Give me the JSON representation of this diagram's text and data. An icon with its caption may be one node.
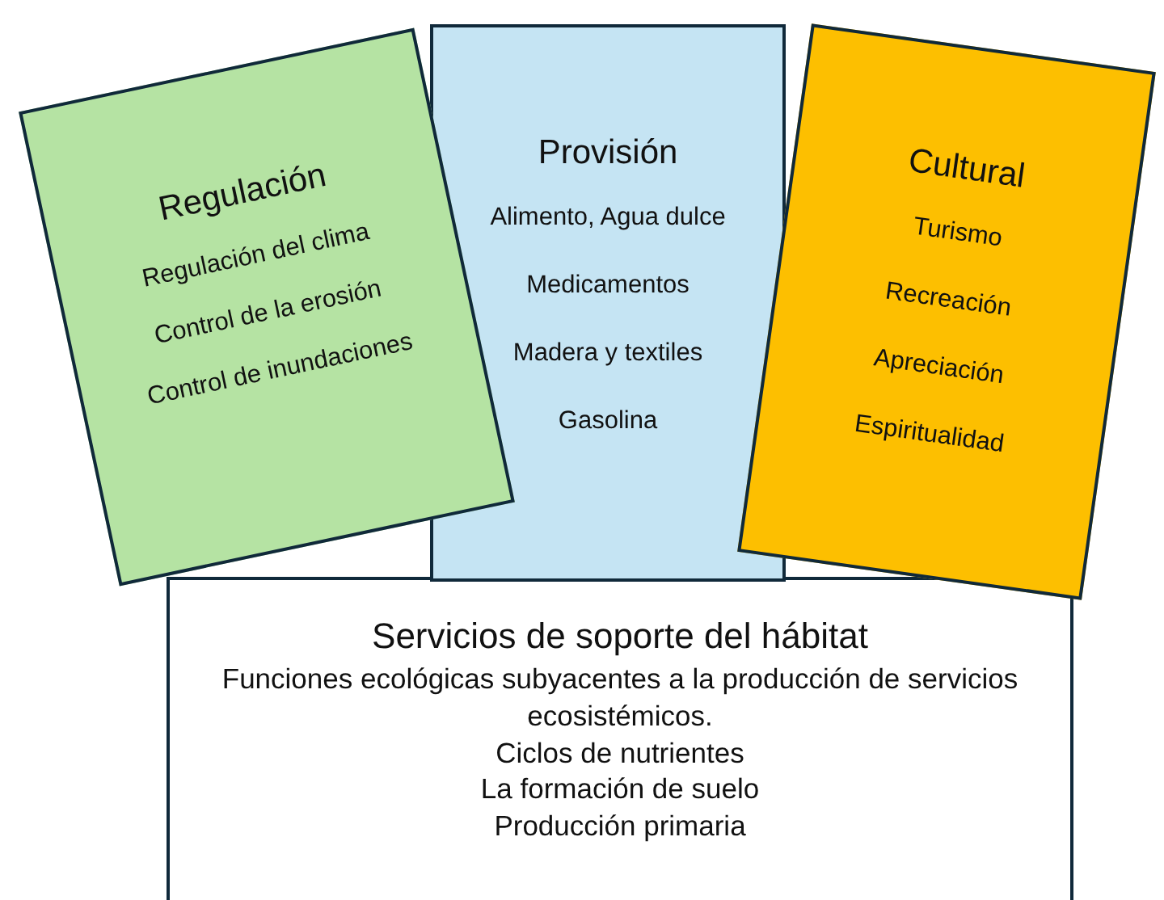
{
  "diagram": {
    "nodes": [
      {
        "text": [
          "Regulación",
          "Regulación del clima",
          "Control de la erosión",
          "Control de inundaciones"
        ]
      },
      {
        "text": [
          "Provisión",
          "Alimento, Agua dulce",
          "Medicamentos",
          "Madera y textiles",
          "Gasolina"
        ]
      },
      {
        "text": [
          "Cultural",
          "Turismo",
          "Recreación",
          "Apreciación",
          "Espiritualidad"
        ]
      },
      {
        "text": [
          "Servicios de soporte del hábitat",
          "Funciones ecológicas subyacentes a la producción de servicios ecosistémicos.",
          "Ciclos de nutrientes",
          "La formación de suelo",
          "Producción primaria"
        ]
      }
    ]
  }
}
